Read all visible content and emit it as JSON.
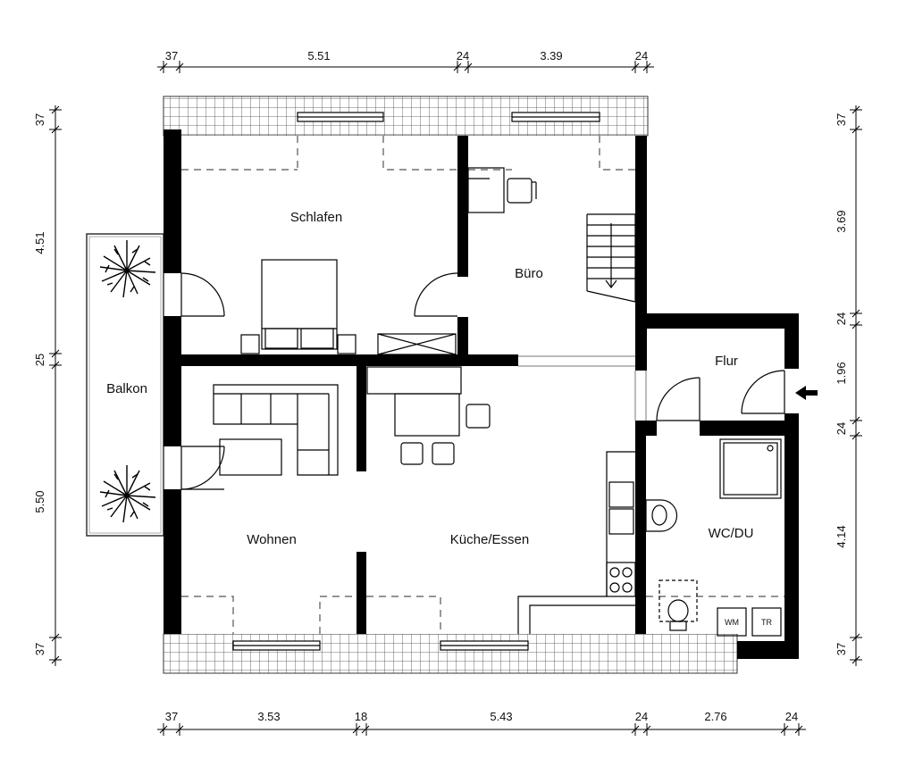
{
  "rooms": {
    "schlafen": "Schlafen",
    "buero": "Büro",
    "flur": "Flur",
    "balkon": "Balkon",
    "wohnen": "Wohnen",
    "kueche": "Küche/Essen",
    "wcdu": "WC/DU"
  },
  "fixtures": {
    "wm": "WM",
    "tr": "TR"
  },
  "dimensions": {
    "top": [
      "37",
      "5.51",
      "24",
      "3.39",
      "24"
    ],
    "bottom": [
      "37",
      "3.53",
      "18",
      "5.43",
      "24",
      "2.76",
      "24"
    ],
    "left": [
      "37",
      "4.51",
      "25",
      "5.50",
      "37"
    ],
    "right": [
      "37",
      "3.69",
      "24",
      "1.96",
      "24",
      "4.14",
      "37"
    ]
  },
  "colors": {
    "wall": "#000000",
    "line": "#000000",
    "dashed": "#555555",
    "background": "#ffffff"
  }
}
